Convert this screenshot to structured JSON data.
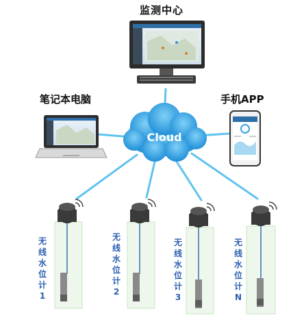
{
  "labels": {
    "monitoring_center": "监测中心",
    "laptop": "笔记本电脑",
    "mobile_app": "手机APP",
    "cloud": "Cloud"
  },
  "sensors": [
    {
      "chars": [
        "无",
        "线",
        "水",
        "位",
        "计",
        "1"
      ]
    },
    {
      "chars": [
        "无",
        "线",
        "水",
        "位",
        "计",
        "2"
      ]
    },
    {
      "chars": [
        "无",
        "线",
        "水",
        "位",
        "计",
        "3"
      ]
    },
    {
      "chars": [
        "无",
        "线",
        "水",
        "位",
        "计",
        "N"
      ]
    }
  ],
  "colors": {
    "link_line": "#5fc3ee",
    "cloud_fill": "#2e9ee0",
    "label_blue": "#2a5fb0",
    "well_fill": "#eef7ec",
    "well_border": "#c8e6c4"
  }
}
